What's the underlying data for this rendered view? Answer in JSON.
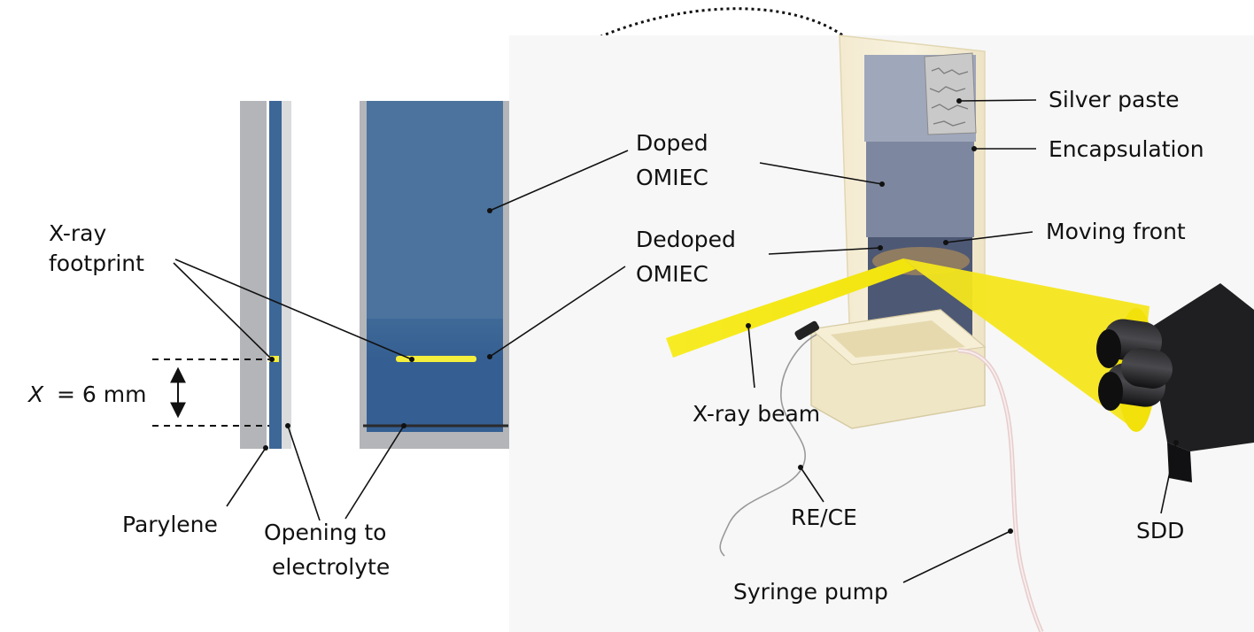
{
  "labels": {
    "xray_footprint": [
      "X-ray",
      "footprint"
    ],
    "distance_var": "X",
    "distance_value": "= 6 mm",
    "parylene": "Parylene",
    "opening": [
      "Opening to",
      "electrolyte"
    ],
    "doped": [
      "Doped",
      "OMIEC"
    ],
    "dedoped": [
      "Dedoped",
      "OMIEC"
    ],
    "silver_paste": "Silver paste",
    "encapsulation": "Encapsulation",
    "moving_front": "Moving front",
    "xray_beam": "X-ray beam",
    "re_ce": "RE/CE",
    "sdd": "SDD",
    "syringe_pump": "Syringe pump"
  },
  "colors": {
    "doped": "#4b739e",
    "dedoped": "#355f92",
    "parylene_gray": "#b4b5b8",
    "footprint": "#f4ee3c",
    "beam": "#f6ec1f",
    "encapsulation": "#f0e9cd",
    "detector": "#1d1d1f"
  }
}
